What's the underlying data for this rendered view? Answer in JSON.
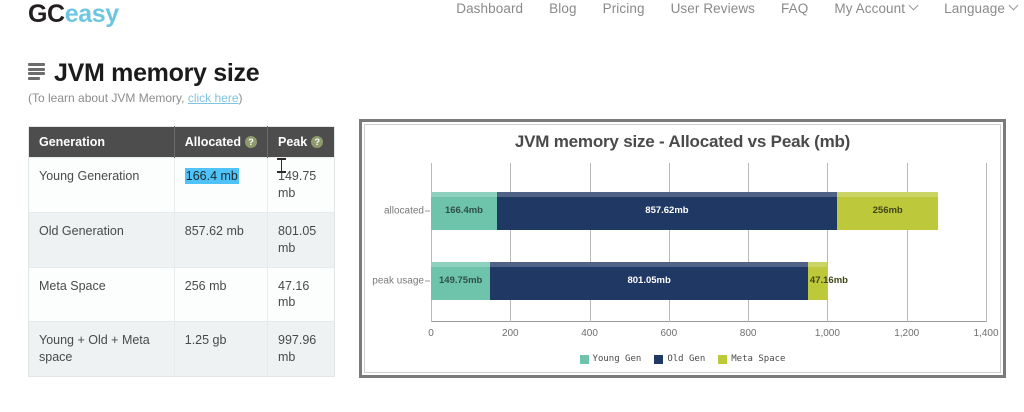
{
  "nav": {
    "items": [
      {
        "label": "Dashboard",
        "caret": false
      },
      {
        "label": "Blog",
        "caret": false
      },
      {
        "label": "Pricing",
        "caret": false
      },
      {
        "label": "User Reviews",
        "caret": false
      },
      {
        "label": "FAQ",
        "caret": false
      },
      {
        "label": "My Account",
        "caret": true
      },
      {
        "label": "Language",
        "caret": true
      }
    ]
  },
  "brand": {
    "part1": "GC",
    "part2": "easy"
  },
  "page": {
    "title": "JVM memory size",
    "note_prefix": "(To learn about JVM Memory,",
    "note_link": "click here",
    "note_suffix": ")"
  },
  "table": {
    "headers": {
      "generation": "Generation",
      "allocated": "Allocated",
      "peak": "Peak",
      "help_glyph": "?"
    },
    "rows": [
      {
        "generation": "Young Generation",
        "allocated": "166.4 mb",
        "peak": "149.75 mb",
        "allocated_selected": true
      },
      {
        "generation": "Old Generation",
        "allocated": "857.62 mb",
        "peak": "801.05 mb",
        "allocated_selected": false
      },
      {
        "generation": "Meta Space",
        "allocated": "256 mb",
        "peak": "47.16 mb",
        "allocated_selected": false
      },
      {
        "generation": "Young + Old + Meta space",
        "allocated": "1.25 gb",
        "peak": "997.96 mb",
        "allocated_selected": false
      }
    ]
  },
  "chart_data": {
    "type": "bar",
    "orientation": "horizontal",
    "stacked": true,
    "title": "JVM memory size - Allocated vs Peak (mb)",
    "xlabel": "",
    "ylabel": "",
    "categories": [
      "allocated",
      "peak usage"
    ],
    "xlim": [
      0,
      1400
    ],
    "xticks": [
      0,
      200,
      400,
      600,
      800,
      1000,
      1200,
      1400
    ],
    "xticklabels": [
      "0",
      "200",
      "400",
      "600",
      "800",
      "1,000",
      "1,200",
      "1,400"
    ],
    "grid": true,
    "legend_position": "bottom",
    "series": [
      {
        "name": "Young Gen",
        "color": "#6ec3ab",
        "values": [
          166.4,
          149.75
        ],
        "labels": [
          "166.4mb",
          "149.75mb"
        ]
      },
      {
        "name": "Old Gen",
        "color": "#1f3864",
        "values": [
          857.62,
          801.05
        ],
        "labels": [
          "857.62mb",
          "801.05mb"
        ]
      },
      {
        "name": "Meta Space",
        "color": "#bdc93b",
        "values": [
          256,
          47.16
        ],
        "labels": [
          "256mb",
          "47.16mb"
        ]
      }
    ]
  },
  "colors": {
    "young_gen": "#6ec3ab",
    "old_gen": "#1f3864",
    "meta_space": "#bdc93b",
    "table_header_bg": "#4d4d4d",
    "brand_accent": "#6ec6e0",
    "selection": "#4fc3f7"
  }
}
